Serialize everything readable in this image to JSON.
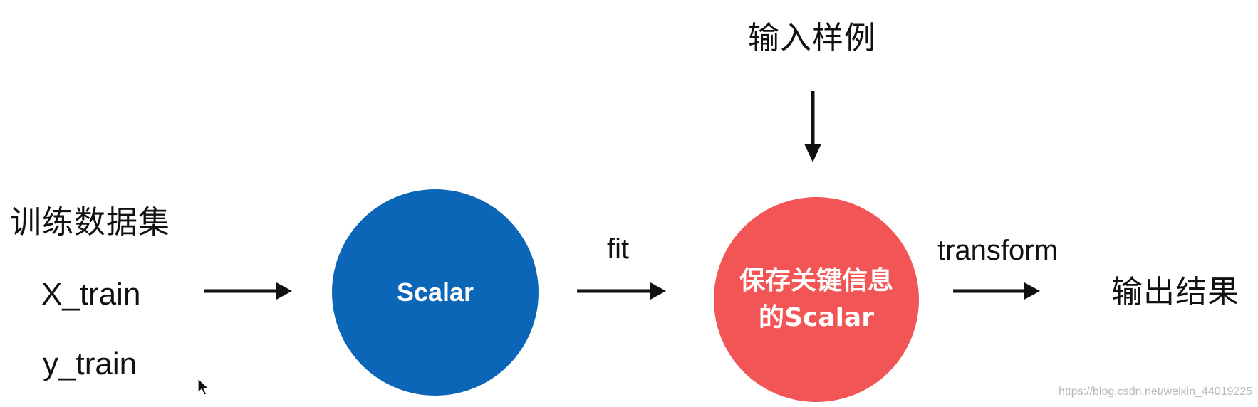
{
  "inputs": {
    "title": "训练数据集",
    "x_label": "X_train",
    "y_label": "y_train"
  },
  "scalar_node": {
    "label": "Scalar",
    "color": "#0b66b8"
  },
  "fit_label": "fit",
  "saved_node": {
    "line1": "保存关键信息",
    "line2": "的Scalar",
    "color": "#f25555"
  },
  "sample_input_label": "输入样例",
  "transform_label": "transform",
  "output_label": "输出结果",
  "watermark": "https://blog.csdn.net/weixin_44019225",
  "arrow_color": "#111111"
}
